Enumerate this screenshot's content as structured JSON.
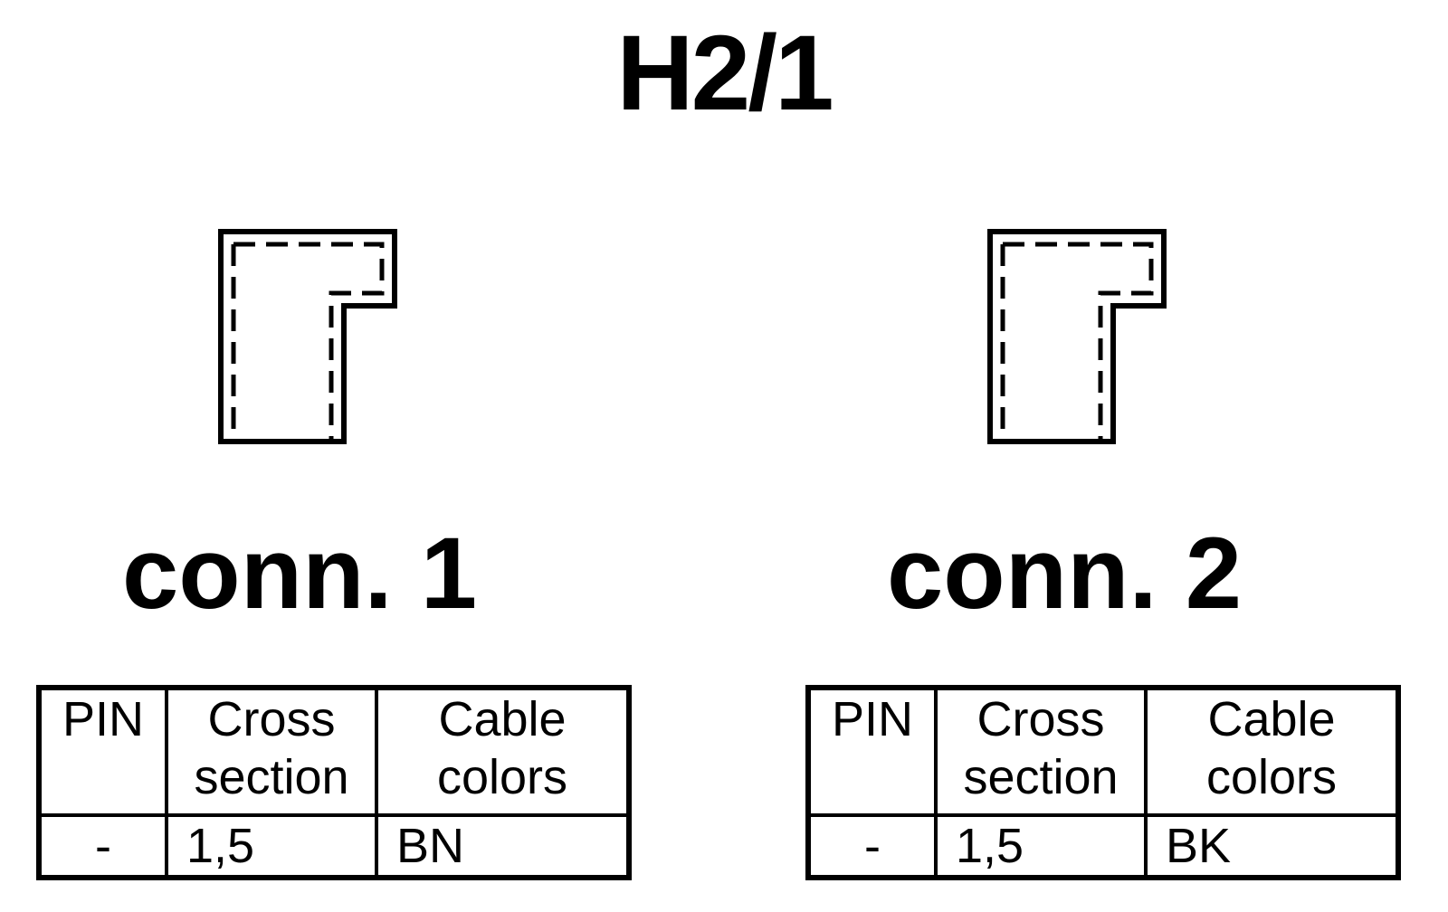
{
  "title": "H2/1",
  "connectors": [
    {
      "label": "conn. 1",
      "table": {
        "headers": [
          [
            "PIN"
          ],
          [
            "Cross",
            "section"
          ],
          [
            "Cable",
            "colors"
          ]
        ],
        "rows": [
          [
            "-",
            "1,5",
            "BN"
          ]
        ]
      }
    },
    {
      "label": "conn. 2",
      "table": {
        "headers": [
          [
            "PIN"
          ],
          [
            "Cross",
            "section"
          ],
          [
            "Cable",
            "colors"
          ]
        ],
        "rows": [
          [
            "-",
            "1,5",
            "BK"
          ]
        ]
      }
    }
  ],
  "colors": {
    "line": "#000000",
    "background": "#ffffff"
  },
  "icons": [
    "connector-outline-icon",
    "connector-outline-icon"
  ]
}
